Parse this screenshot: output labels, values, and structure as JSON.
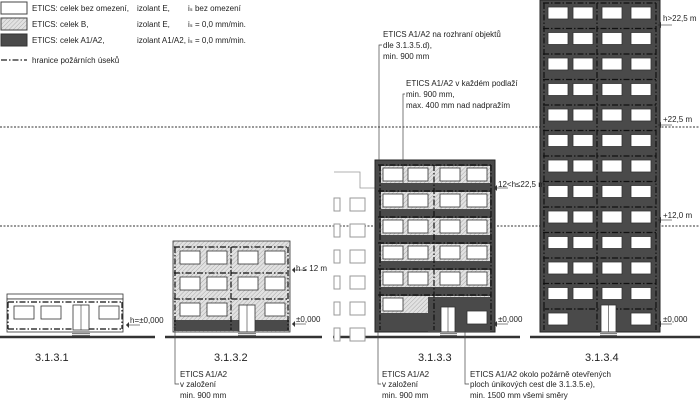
{
  "legend": [
    {
      "label": "ETICS: celek bez omezení,",
      "insulation": "izolant E,",
      "spread": "iₛ bez omezení",
      "fill": "white"
    },
    {
      "label": "ETICS: celek B,",
      "insulation": "izolant E,",
      "spread": "iₛ = 0,0 mm/min.",
      "fill": "hatched"
    },
    {
      "label": "ETICS: celek A1/A2,",
      "insulation": "izolant A1/A2,",
      "spread": "iₛ = 0,0 mm/min.",
      "fill": "dark"
    }
  ],
  "legend_line": "hranice požárních úseků",
  "buildings": [
    {
      "id": "3.1.3.1",
      "level": "h=±0,000"
    },
    {
      "id": "3.1.3.2",
      "height": "h ≤ 12 m",
      "level": "±0,000"
    },
    {
      "id": "3.1.3.3",
      "height": "12<h≤22,5 m",
      "level": "±0,000"
    },
    {
      "id": "3.1.3.4",
      "height": "h>22,5 m",
      "mark_high": "+22,5 m",
      "mark_mid": "+12,0 m",
      "level": "±0,000"
    }
  ],
  "notes": {
    "boundary": [
      "ETICS A1/A2 na rozhraní objektů",
      "dle 3.1.3.5.d),",
      "min. 900 mm"
    ],
    "each_floor": [
      "ETICS A1/A2 v každém podlaží",
      "min. 900 mm,",
      "max. 400 mm nad nadpražím"
    ],
    "base_2": [
      "ETICS A1/A2",
      "v založení",
      "min. 900 mm"
    ],
    "base_3": [
      "ETICS A1/A2",
      "v založení",
      "min. 900 mm"
    ],
    "escape": [
      "ETICS A1/A2 okolo požárně otevřených",
      "ploch únikových cest dle 3.1.3.5.e),",
      "min. 1500 mm všemi směry"
    ]
  },
  "colors": {
    "dark": "#4a4a4a",
    "hatch": "#d8d8d8",
    "line": "#222222"
  }
}
